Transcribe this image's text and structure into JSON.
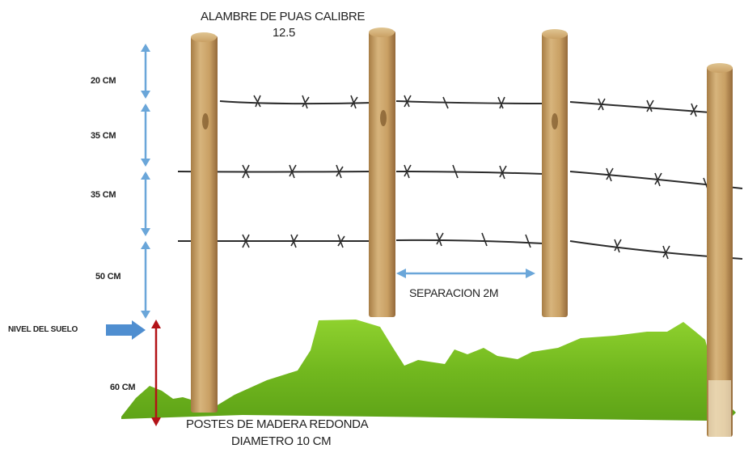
{
  "labels": {
    "top_wire_line1": "ALAMBRE DE PUAS CALIBRE",
    "top_wire_line2": "12.5",
    "dim_20": "20 CM",
    "dim_35_a": "35 CM",
    "dim_35_b": "35 CM",
    "dim_50": "50 CM",
    "ground_level": "NIVEL DEL SUELO",
    "dim_60": "60 CM",
    "separation": "SEPARACION 2M",
    "posts_line1": "POSTES DE MADERA REDONDA",
    "posts_line2": "DIAMETRO 10 CM"
  },
  "colors": {
    "dimension_arrow": "#6aa6d9",
    "depth_arrow": "#b31217",
    "grass": "#7cc322",
    "wood": "#c9a56e",
    "wire": "#2b2b2b"
  },
  "icons": {
    "ground_pointer": "arrow-right-icon"
  }
}
